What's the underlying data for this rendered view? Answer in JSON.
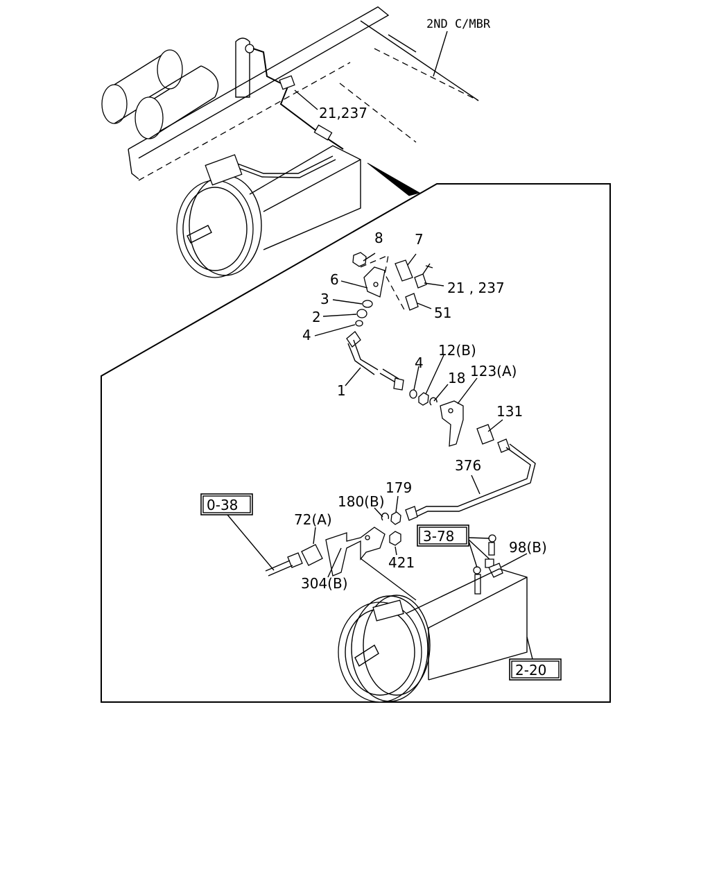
{
  "labels": {
    "crossmember": "2ND C/MBR",
    "top_ref": "21,237",
    "p8": "8",
    "p7": "7",
    "p6": "6",
    "p21_237": "21 , 237",
    "p3": "3",
    "p51": "51",
    "p2": "2",
    "p4a": "4",
    "p1": "1",
    "p4b": "4",
    "p12b": "12(B)",
    "p18": "18",
    "p123a": "123(A)",
    "p131": "131",
    "p376": "376",
    "p179": "179",
    "p180b": "180(B)",
    "p72a": "72(A)",
    "p421": "421",
    "p304b": "304(B)",
    "p98b": "98(B)"
  },
  "refs": {
    "r038": "0-38",
    "r378": "3-78",
    "r220": "2-20"
  }
}
